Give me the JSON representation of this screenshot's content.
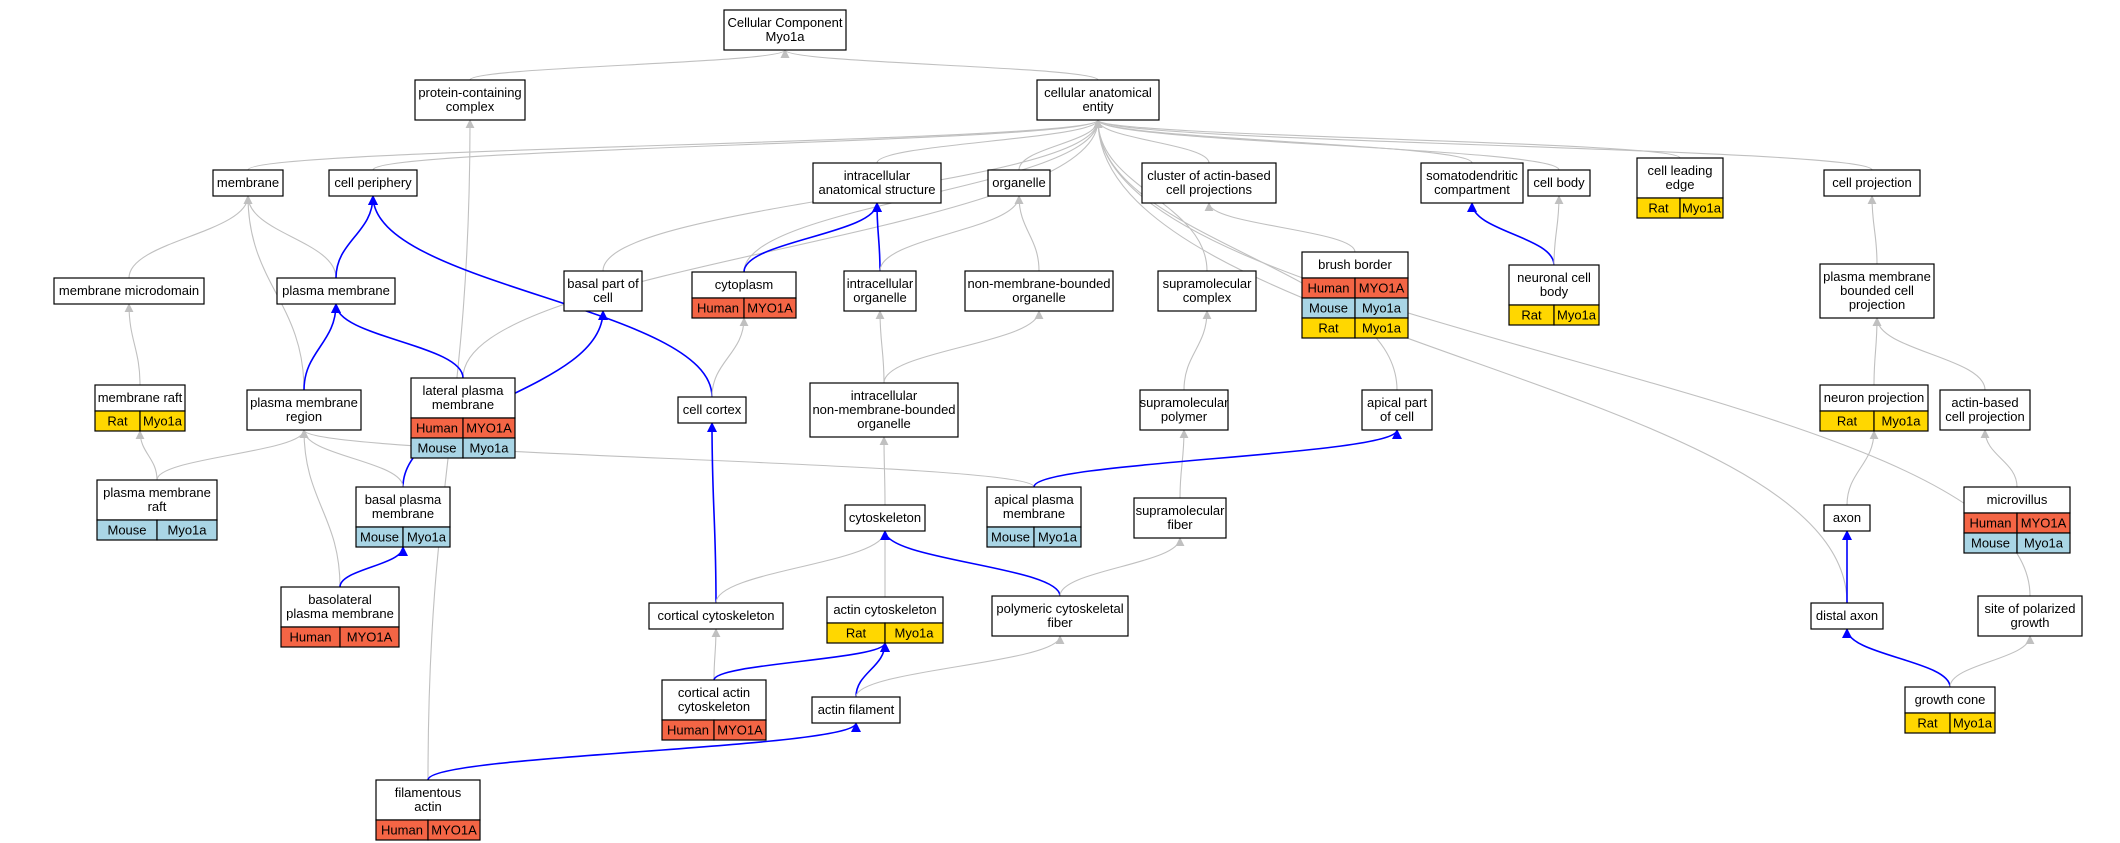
{
  "colors": {
    "Human": "#f46545",
    "Mouse": "#a9d5e5",
    "Rat": "#ffd700",
    "edge_grey": "#c0c0c0",
    "edge_blue": "#0000ff"
  },
  "nodes": [
    {
      "id": "root",
      "lines": [
        "Cellular Component",
        "Myo1a"
      ]
    },
    {
      "id": "pcc",
      "lines": [
        "protein-containing",
        "complex"
      ]
    },
    {
      "id": "cae",
      "lines": [
        "cellular anatomical",
        "entity"
      ]
    },
    {
      "id": "membrane",
      "lines": [
        "membrane"
      ]
    },
    {
      "id": "cellperiph",
      "lines": [
        "cell periphery"
      ]
    },
    {
      "id": "ias",
      "lines": [
        "intracellular",
        "anatomical structure"
      ]
    },
    {
      "id": "organelle",
      "lines": [
        "organelle"
      ]
    },
    {
      "id": "cabcp",
      "lines": [
        "cluster of actin-based",
        "cell projections"
      ]
    },
    {
      "id": "somato",
      "lines": [
        "somatodendritic",
        "compartment"
      ]
    },
    {
      "id": "cellbody",
      "lines": [
        "cell body"
      ]
    },
    {
      "id": "cle",
      "lines": [
        "cell leading",
        "edge"
      ],
      "rows": [
        [
          "Rat",
          "Myo1a"
        ]
      ]
    },
    {
      "id": "cellproj",
      "lines": [
        "cell projection"
      ]
    },
    {
      "id": "memmicro",
      "lines": [
        "membrane microdomain"
      ]
    },
    {
      "id": "pm",
      "lines": [
        "plasma membrane"
      ]
    },
    {
      "id": "basalpart",
      "lines": [
        "basal part of",
        "cell"
      ]
    },
    {
      "id": "cytoplasm",
      "lines": [
        "cytoplasm"
      ],
      "rows": [
        [
          "Human",
          "MYO1A"
        ]
      ]
    },
    {
      "id": "io",
      "lines": [
        "intracellular",
        "organelle"
      ]
    },
    {
      "id": "nmbo",
      "lines": [
        "non-membrane-bounded",
        "organelle"
      ]
    },
    {
      "id": "smc",
      "lines": [
        "supramolecular",
        "complex"
      ]
    },
    {
      "id": "bb",
      "lines": [
        "brush border"
      ],
      "rows": [
        [
          "Human",
          "MYO1A"
        ],
        [
          "Mouse",
          "Myo1a"
        ],
        [
          "Rat",
          "Myo1a"
        ]
      ]
    },
    {
      "id": "ncb",
      "lines": [
        "neuronal cell",
        "body"
      ],
      "rows": [
        [
          "Rat",
          "Myo1a"
        ]
      ]
    },
    {
      "id": "pmbcp",
      "lines": [
        "plasma membrane",
        "bounded cell",
        "projection"
      ]
    },
    {
      "id": "mraft",
      "lines": [
        "membrane raft"
      ],
      "rows": [
        [
          "Rat",
          "Myo1a"
        ]
      ]
    },
    {
      "id": "pmr",
      "lines": [
        "plasma membrane",
        "region"
      ]
    },
    {
      "id": "lpm",
      "lines": [
        "lateral plasma",
        "membrane"
      ],
      "rows": [
        [
          "Human",
          "MYO1A"
        ],
        [
          "Mouse",
          "Myo1a"
        ]
      ]
    },
    {
      "id": "cortex",
      "lines": [
        "cell cortex"
      ]
    },
    {
      "id": "inmbo",
      "lines": [
        "intracellular",
        "non-membrane-bounded",
        "organelle"
      ]
    },
    {
      "id": "smp",
      "lines": [
        "supramolecular",
        "polymer"
      ]
    },
    {
      "id": "apical",
      "lines": [
        "apical part",
        "of cell"
      ]
    },
    {
      "id": "np",
      "lines": [
        "neuron projection"
      ],
      "rows": [
        [
          "Rat",
          "Myo1a"
        ]
      ]
    },
    {
      "id": "abcp",
      "lines": [
        "actin-based",
        "cell projection"
      ]
    },
    {
      "id": "pmraft",
      "lines": [
        "plasma membrane",
        "raft"
      ],
      "rows": [
        [
          "Mouse",
          "Myo1a"
        ]
      ]
    },
    {
      "id": "bpm",
      "lines": [
        "basal plasma",
        "membrane"
      ],
      "rows": [
        [
          "Mouse",
          "Myo1a"
        ]
      ]
    },
    {
      "id": "cytoskel",
      "lines": [
        "cytoskeleton"
      ]
    },
    {
      "id": "apm",
      "lines": [
        "apical plasma",
        "membrane"
      ],
      "rows": [
        [
          "Mouse",
          "Myo1a"
        ]
      ]
    },
    {
      "id": "smf",
      "lines": [
        "supramolecular",
        "fiber"
      ]
    },
    {
      "id": "axon",
      "lines": [
        "axon"
      ]
    },
    {
      "id": "mv",
      "lines": [
        "microvillus"
      ],
      "rows": [
        [
          "Human",
          "MYO1A"
        ],
        [
          "Mouse",
          "Myo1a"
        ]
      ]
    },
    {
      "id": "blpm",
      "lines": [
        "basolateral",
        "plasma membrane"
      ],
      "rows": [
        [
          "Human",
          "MYO1A"
        ]
      ]
    },
    {
      "id": "ccs",
      "lines": [
        "cortical cytoskeleton"
      ]
    },
    {
      "id": "acs",
      "lines": [
        "actin cytoskeleton"
      ],
      "rows": [
        [
          "Rat",
          "Myo1a"
        ]
      ]
    },
    {
      "id": "pcf",
      "lines": [
        "polymeric cytoskeletal",
        "fiber"
      ]
    },
    {
      "id": "distal",
      "lines": [
        "distal axon"
      ]
    },
    {
      "id": "spg",
      "lines": [
        "site of polarized",
        "growth"
      ]
    },
    {
      "id": "cacs",
      "lines": [
        "cortical actin",
        "cytoskeleton"
      ],
      "rows": [
        [
          "Human",
          "MYO1A"
        ]
      ]
    },
    {
      "id": "af",
      "lines": [
        "actin filament"
      ]
    },
    {
      "id": "gc",
      "lines": [
        "growth cone"
      ],
      "rows": [
        [
          "Rat",
          "Myo1a"
        ]
      ]
    },
    {
      "id": "fa",
      "lines": [
        "filamentous",
        "actin"
      ],
      "rows": [
        [
          "Human",
          "MYO1A"
        ]
      ]
    }
  ],
  "edges": [
    {
      "from": "pcc",
      "to": "root",
      "color": "grey"
    },
    {
      "from": "cae",
      "to": "root",
      "color": "grey"
    },
    {
      "from": "membrane",
      "to": "cae",
      "color": "grey"
    },
    {
      "from": "cellperiph",
      "to": "cae",
      "color": "grey"
    },
    {
      "from": "ias",
      "to": "cae",
      "color": "grey"
    },
    {
      "from": "organelle",
      "to": "cae",
      "color": "grey"
    },
    {
      "from": "cabcp",
      "to": "cae",
      "color": "grey"
    },
    {
      "from": "somato",
      "to": "cae",
      "color": "grey"
    },
    {
      "from": "cellbody",
      "to": "cae",
      "color": "grey"
    },
    {
      "from": "cle",
      "to": "cae",
      "color": "grey"
    },
    {
      "from": "cellproj",
      "to": "cae",
      "color": "grey"
    },
    {
      "from": "basalpart",
      "to": "cae",
      "color": "grey"
    },
    {
      "from": "cytoplasm",
      "to": "cae",
      "color": "grey"
    },
    {
      "from": "smc",
      "to": "cae",
      "color": "grey"
    },
    {
      "from": "lpm",
      "to": "cae",
      "color": "grey"
    },
    {
      "from": "apical",
      "to": "cae",
      "color": "grey"
    },
    {
      "from": "distal",
      "to": "cae",
      "color": "grey"
    },
    {
      "from": "spg",
      "to": "cae",
      "color": "grey"
    },
    {
      "from": "fa",
      "to": "pcc",
      "color": "grey"
    },
    {
      "from": "memmicro",
      "to": "membrane",
      "color": "grey"
    },
    {
      "from": "pm",
      "to": "membrane",
      "color": "grey"
    },
    {
      "from": "pmr",
      "to": "membrane",
      "color": "grey"
    },
    {
      "from": "pm",
      "to": "cellperiph",
      "color": "blue"
    },
    {
      "from": "cortex",
      "to": "cellperiph",
      "color": "blue"
    },
    {
      "from": "cytoplasm",
      "to": "ias",
      "color": "blue"
    },
    {
      "from": "io",
      "to": "ias",
      "color": "blue"
    },
    {
      "from": "io",
      "to": "organelle",
      "color": "grey"
    },
    {
      "from": "nmbo",
      "to": "organelle",
      "color": "grey"
    },
    {
      "from": "bb",
      "to": "cabcp",
      "color": "grey"
    },
    {
      "from": "ncb",
      "to": "somato",
      "color": "blue"
    },
    {
      "from": "ncb",
      "to": "cellbody",
      "color": "grey"
    },
    {
      "from": "pmbcp",
      "to": "cellproj",
      "color": "grey"
    },
    {
      "from": "mraft",
      "to": "memmicro",
      "color": "grey"
    },
    {
      "from": "pmr",
      "to": "pm",
      "color": "blue"
    },
    {
      "from": "lpm",
      "to": "pm",
      "color": "blue"
    },
    {
      "from": "bpm",
      "to": "basalpart",
      "color": "blue"
    },
    {
      "from": "cortex",
      "to": "cytoplasm",
      "color": "grey"
    },
    {
      "from": "inmbo",
      "to": "io",
      "color": "grey"
    },
    {
      "from": "inmbo",
      "to": "nmbo",
      "color": "grey"
    },
    {
      "from": "smp",
      "to": "smc",
      "color": "grey"
    },
    {
      "from": "np",
      "to": "pmbcp",
      "color": "grey"
    },
    {
      "from": "abcp",
      "to": "pmbcp",
      "color": "grey"
    },
    {
      "from": "pmraft",
      "to": "mraft",
      "color": "grey"
    },
    {
      "from": "pmraft",
      "to": "pmr",
      "color": "grey"
    },
    {
      "from": "bpm",
      "to": "pmr",
      "color": "grey"
    },
    {
      "from": "blpm",
      "to": "pmr",
      "color": "grey"
    },
    {
      "from": "apm",
      "to": "pmr",
      "color": "grey"
    },
    {
      "from": "ccs",
      "to": "cortex",
      "color": "blue"
    },
    {
      "from": "cytoskel",
      "to": "inmbo",
      "color": "grey"
    },
    {
      "from": "smf",
      "to": "smp",
      "color": "grey"
    },
    {
      "from": "apm",
      "to": "apical",
      "color": "blue"
    },
    {
      "from": "axon",
      "to": "np",
      "color": "grey"
    },
    {
      "from": "mv",
      "to": "abcp",
      "color": "grey"
    },
    {
      "from": "blpm",
      "to": "bpm",
      "color": "blue"
    },
    {
      "from": "ccs",
      "to": "cytoskel",
      "color": "grey"
    },
    {
      "from": "acs",
      "to": "cytoskel",
      "color": "grey"
    },
    {
      "from": "pcf",
      "to": "cytoskel",
      "color": "blue"
    },
    {
      "from": "pcf",
      "to": "smf",
      "color": "grey"
    },
    {
      "from": "distal",
      "to": "axon",
      "color": "blue"
    },
    {
      "from": "cacs",
      "to": "ccs",
      "color": "grey"
    },
    {
      "from": "cacs",
      "to": "acs",
      "color": "blue"
    },
    {
      "from": "af",
      "to": "acs",
      "color": "blue"
    },
    {
      "from": "af",
      "to": "pcf",
      "color": "grey"
    },
    {
      "from": "gc",
      "to": "distal",
      "color": "blue"
    },
    {
      "from": "gc",
      "to": "spg",
      "color": "grey"
    },
    {
      "from": "fa",
      "to": "af",
      "color": "blue"
    }
  ]
}
